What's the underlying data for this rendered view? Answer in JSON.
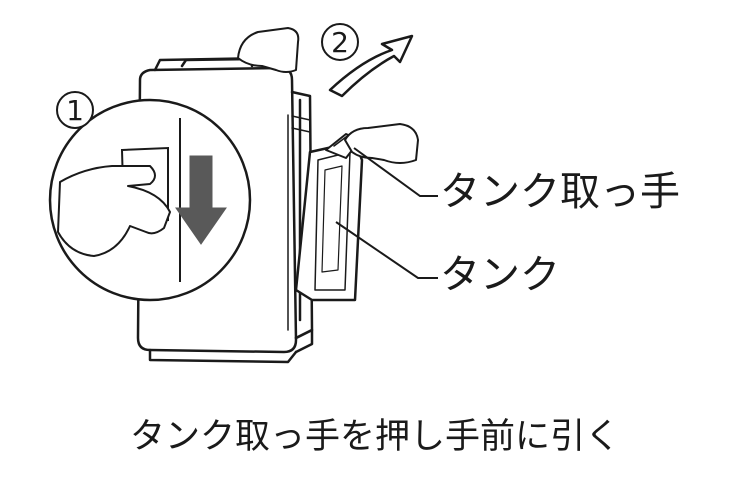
{
  "steps": {
    "step1": "1",
    "step2": "2"
  },
  "callouts": {
    "tank_handle": "タンク取っ手",
    "tank": "タンク"
  },
  "caption": "タンク取っ手を押し手前に引く",
  "colors": {
    "line": "#1a1a1a",
    "arrow_fill": "#595959",
    "background": "#ffffff"
  }
}
